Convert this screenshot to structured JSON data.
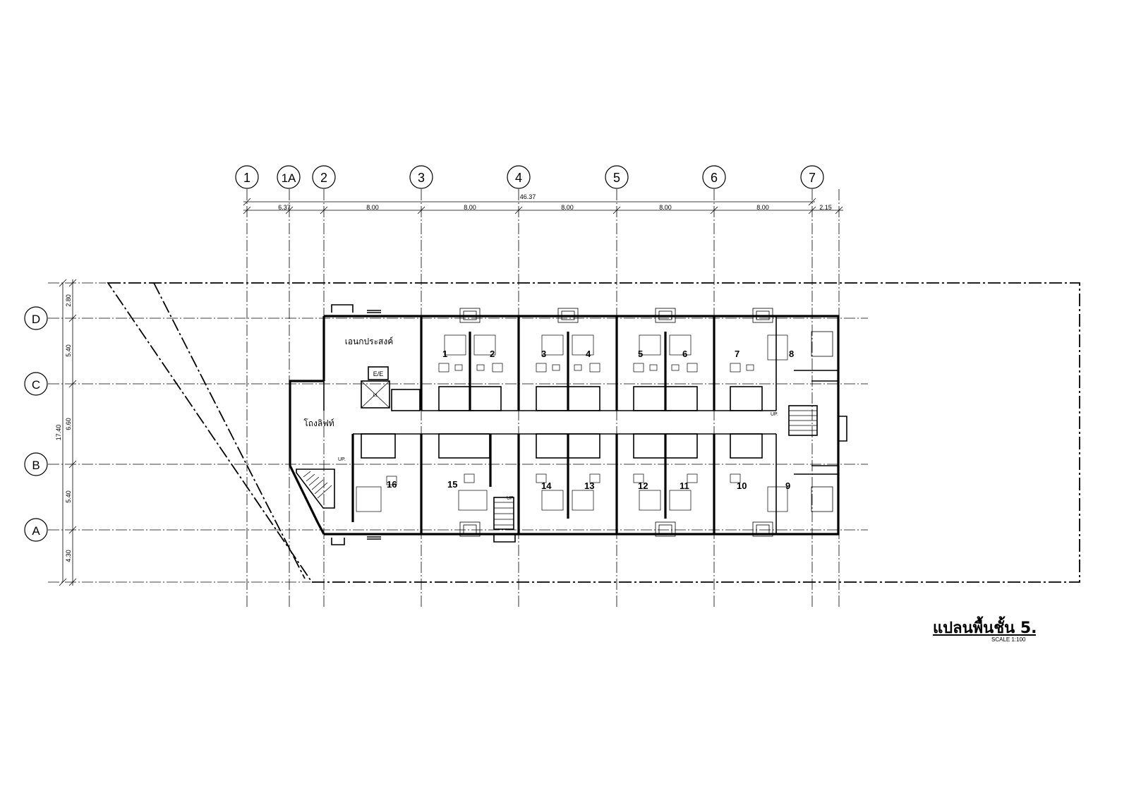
{
  "plan": {
    "title": "แปลนพื้นชั้น 5.",
    "scale": "SCALE 1:100"
  },
  "grid_columns": [
    "1",
    "1A",
    "2",
    "3",
    "4",
    "5",
    "6",
    "7"
  ],
  "grid_rows": [
    "D",
    "C",
    "B",
    "A"
  ],
  "dimensions": {
    "overall": "46.37",
    "column_spans": [
      "6.37",
      "8.00",
      "8.00",
      "8.00",
      "8.00",
      "8.00",
      "2.15"
    ],
    "overall_vertical": "17.40",
    "row_spans": [
      "2.80",
      "5.40",
      "6.60",
      "5.40",
      "4.30"
    ]
  },
  "rooms": {
    "multipurpose": "เอนกประสงค์",
    "lift_hall": "โถงลิฟท์",
    "electrical": "E/E",
    "lift": "L1",
    "stair_up_left": "UP.",
    "stair_up_mid": "UP.",
    "stair_up_right": "UP.",
    "numbers": [
      "1",
      "2",
      "3",
      "4",
      "5",
      "6",
      "7",
      "8",
      "9",
      "10",
      "11",
      "12",
      "13",
      "14",
      "15",
      "16"
    ]
  }
}
